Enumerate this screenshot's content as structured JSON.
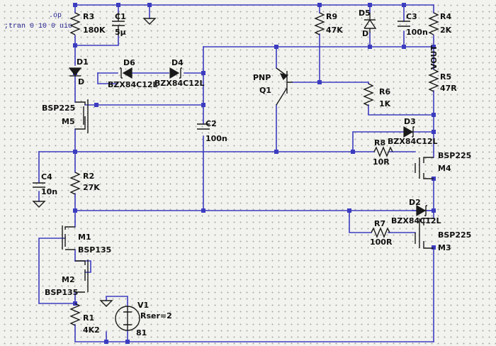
{
  "directives": [
    ".op",
    ";tran 0 10 0 uic"
  ],
  "net_labels": [
    "VOUT"
  ],
  "components": {
    "R3": {
      "ref": "R3",
      "value": "180K"
    },
    "C1": {
      "ref": "C1",
      "value": "5µ"
    },
    "R9": {
      "ref": "R9",
      "value": "47K"
    },
    "D5": {
      "ref": "D5",
      "value": "D"
    },
    "C3": {
      "ref": "C3",
      "value": "100n"
    },
    "R4": {
      "ref": "R4",
      "value": "2K"
    },
    "D1": {
      "ref": "D1",
      "value": "D"
    },
    "D6": {
      "ref": "D6",
      "value": "BZX84C12L"
    },
    "D4": {
      "ref": "D4",
      "value": "BZX84C12L"
    },
    "Q1": {
      "ref": "Q1",
      "value": "PNP"
    },
    "R6": {
      "ref": "R6",
      "value": "1K"
    },
    "R5": {
      "ref": "R5",
      "value": "47R"
    },
    "M5": {
      "ref": "M5",
      "value": "BSP225"
    },
    "C2": {
      "ref": "C2",
      "value": "100n"
    },
    "D3": {
      "ref": "D3",
      "value": "BZX84C12L"
    },
    "R8": {
      "ref": "R8",
      "value": "10R"
    },
    "M4": {
      "ref": "M4",
      "value": "BSP225"
    },
    "C4": {
      "ref": "C4",
      "value": "10n"
    },
    "R2": {
      "ref": "R2",
      "value": "27K"
    },
    "D2": {
      "ref": "D2",
      "value": "BZX84C12L"
    },
    "R7": {
      "ref": "R7",
      "value": "100R"
    },
    "M3": {
      "ref": "M3",
      "value": "BSP225"
    },
    "M1": {
      "ref": "M1",
      "value": "BSP135"
    },
    "M2": {
      "ref": "M2",
      "value": "BSP135"
    },
    "V1": {
      "ref": "V1",
      "value": "81",
      "param": "Rser=2"
    },
    "R1": {
      "ref": "R1",
      "value": "4K2"
    }
  }
}
